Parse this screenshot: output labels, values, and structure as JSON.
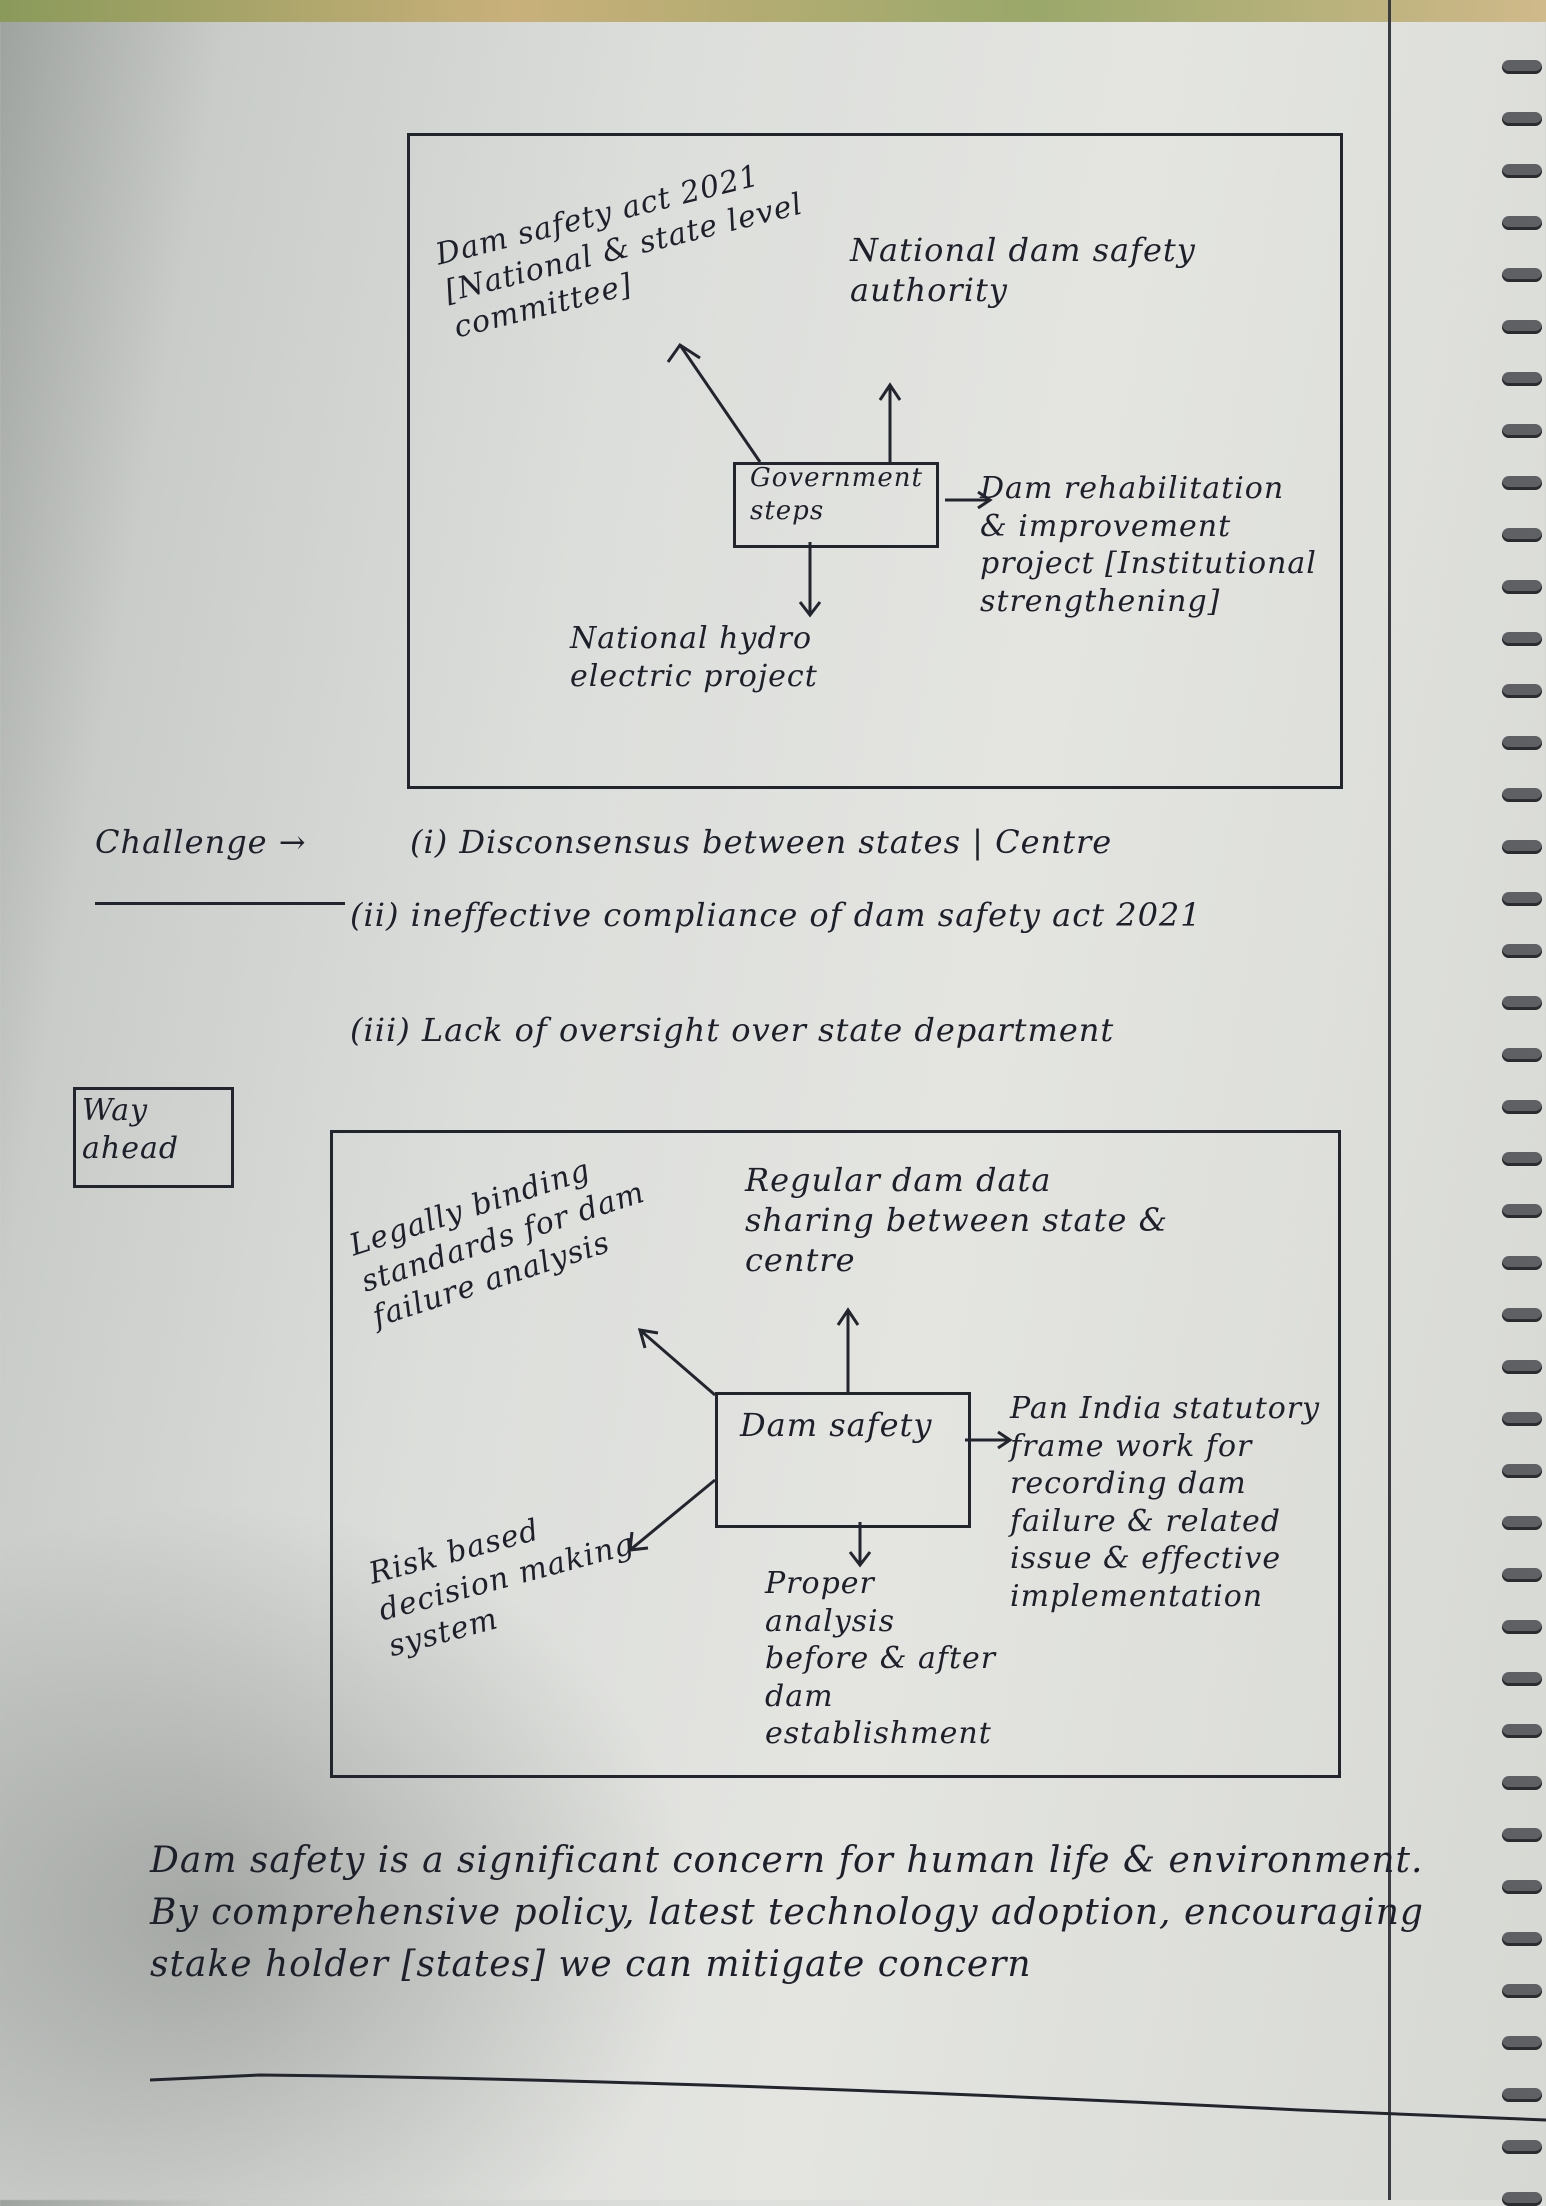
{
  "government_steps": {
    "center": "Government steps",
    "items": [
      "Dam safety act 2021 [National & state level committee]",
      "National dam safety authority",
      "Dam rehabilitation & improvement project [Institutional strengthening]",
      "National hydro electric project"
    ]
  },
  "challenges": {
    "label": "Challenge →",
    "items": [
      "(i) Disconsensus between states | Centre",
      "(ii) ineffective compliance of dam safety act 2021",
      "(iii) Lack of oversight over state department"
    ]
  },
  "way_ahead": {
    "label": "Way ahead",
    "center": "Dam safety",
    "items": [
      "Legally binding standards for dam failure analysis",
      "Regular dam data sharing between state & centre",
      "Pan India statutory frame work for recording dam failure & related issue & effective implementation",
      "Proper analysis before & after dam establishment",
      "Risk based decision making system"
    ]
  },
  "conclusion": "Dam safety is a significant concern for human life & environment. By comprehensive policy, latest technology adoption, encouraging stake holder [states] we can mitigate concern"
}
